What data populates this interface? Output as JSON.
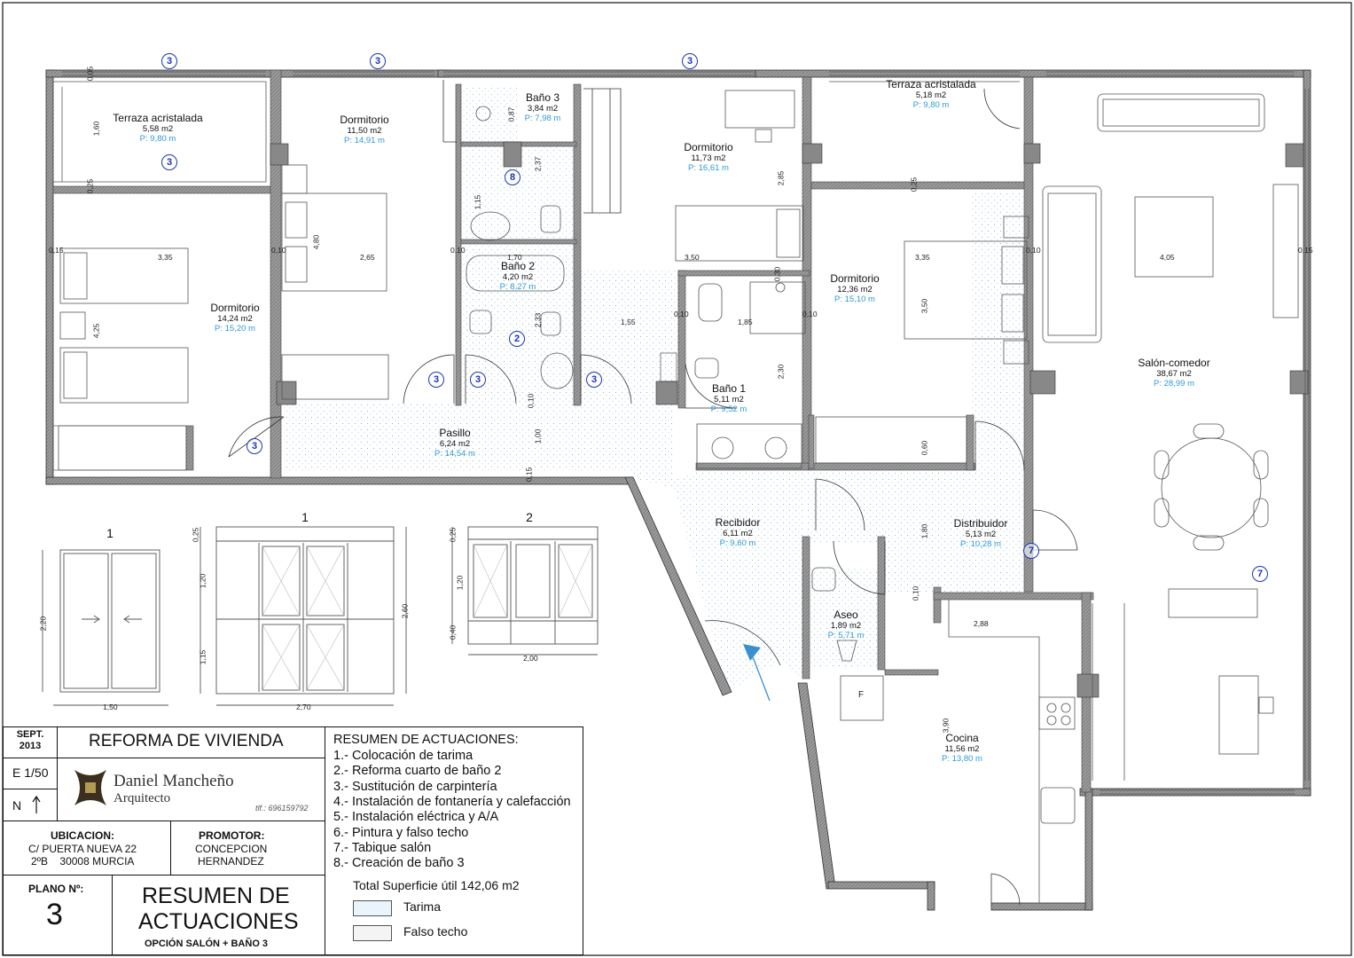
{
  "rooms": [
    {
      "id": "terraza1",
      "name": "Terraza acristalada",
      "area": "5,58 m2",
      "perimeter": "P: 9,80 m"
    },
    {
      "id": "dorm1",
      "name": "Dormitorio",
      "area": "11,50 m2",
      "perimeter": "P: 14,91 m"
    },
    {
      "id": "bano3",
      "name": "Baño 3",
      "area": "3,84 m2",
      "perimeter": "P: 7,98 m"
    },
    {
      "id": "dorm2",
      "name": "Dormitorio",
      "area": "11,73 m2",
      "perimeter": "P: 16,61 m"
    },
    {
      "id": "terraza2",
      "name": "Terraza acristalada",
      "area": "5,18 m2",
      "perimeter": "P: 9,80 m"
    },
    {
      "id": "dorm3",
      "name": "Dormitorio",
      "area": "14,24 m2",
      "perimeter": "P: 15,20 m"
    },
    {
      "id": "bano2",
      "name": "Baño 2",
      "area": "4,20 m2",
      "perimeter": "P: 8,27 m"
    },
    {
      "id": "dorm4",
      "name": "Dormitorio",
      "area": "12,36 m2",
      "perimeter": "P: 15,10 m"
    },
    {
      "id": "salon",
      "name": "Salón-comedor",
      "area": "38,67 m2",
      "perimeter": "P: 28,99 m"
    },
    {
      "id": "bano1",
      "name": "Baño 1",
      "area": "5,11 m2",
      "perimeter": "P: 9,52 m"
    },
    {
      "id": "pasillo",
      "name": "Pasillo",
      "area": "6,24 m2",
      "perimeter": "P: 14,54 m"
    },
    {
      "id": "recibidor",
      "name": "Recibidor",
      "area": "6,11 m2",
      "perimeter": "P: 9,60 m"
    },
    {
      "id": "distribuidor",
      "name": "Distribuidor",
      "area": "5,13 m2",
      "perimeter": "P: 10,28 m"
    },
    {
      "id": "aseo",
      "name": "Aseo",
      "area": "1,89 m2",
      "perimeter": "P: 5,71 m"
    },
    {
      "id": "cocina",
      "name": "Cocina",
      "area": "11,56 m2",
      "perimeter": "P: 13,80 m"
    }
  ],
  "dimensions": [
    "0,05",
    "1,60",
    "0,25",
    "0,15",
    "3,35",
    "0,10",
    "2,65",
    "4,80",
    "4,25",
    "1,70",
    "0,87",
    "2,37",
    "1,15",
    "0,10",
    "3,50",
    "2,85",
    "0,25",
    "1,55",
    "1,85",
    "2,30",
    "3,35",
    "3,50",
    "0,10",
    "4,05",
    "0,15",
    "0,10",
    "1,00",
    "0,15",
    "0,60",
    "1,80",
    "0,10",
    "2,88",
    "3,90",
    "0,10",
    "2,33",
    "0,30",
    "0,10"
  ],
  "markers": [
    "3",
    "3",
    "3",
    "3",
    "8",
    "2",
    "3",
    "3",
    "3",
    "3",
    "7",
    "7"
  ],
  "elevations": {
    "labels": [
      "1",
      "1",
      "2"
    ],
    "dims": [
      "2,20",
      "1,50",
      "0,25",
      "1,20",
      "1,15",
      "2,60",
      "2,70",
      "0,25",
      "1,20",
      "0,40",
      "2,00"
    ]
  },
  "kitchen_fridge": "F",
  "titleblock": {
    "date": "SEPT.\n2013",
    "project": "REFORMA DE VIVIENDA",
    "scale": "E 1/50",
    "north": "N",
    "architect_name": "Daniel Mancheño",
    "architect_role": "Arquitecto",
    "phone": "tlf.: 696159792",
    "ubicacion_label": "UBICACION:",
    "ubicacion_lines": [
      "C/ PUERTA NUEVA 22",
      "2ºB    30008 MURCIA"
    ],
    "promotor_label": "PROMOTOR:",
    "promotor_lines": [
      "CONCEPCION",
      "HERNANDEZ"
    ],
    "plano_label": "PLANO Nº:",
    "plano_num": "3",
    "sheet_title_1": "RESUMEN DE",
    "sheet_title_2": "ACTUACIONES",
    "sheet_subtitle": "OPCIÓN SALÓN + BAÑO 3",
    "summary_title": "RESUMEN DE ACTUACIONES:",
    "summary_items": [
      "1.- Colocación de tarima",
      "2.- Reforma cuarto de baño 2",
      "3.- Sustitución de carpintería",
      "4.- Instalación de fontanería y calefacción",
      "5.- Instalación eléctrica y A/A",
      "6.- Pintura y falso techo",
      "7.- Tabique salón",
      "8.- Creación de baño 3"
    ],
    "total": "Total Superficie útil 142,06 m2",
    "legend": [
      {
        "label": "Tarima",
        "color": "#eaf5fb"
      },
      {
        "label": "Falso techo",
        "color": "#f4f4f4"
      }
    ]
  },
  "colors": {
    "wall": "#777777",
    "perimeter": "#2e9bd6",
    "marker": "#1a35b5",
    "hatch": "#9fc6dc"
  }
}
